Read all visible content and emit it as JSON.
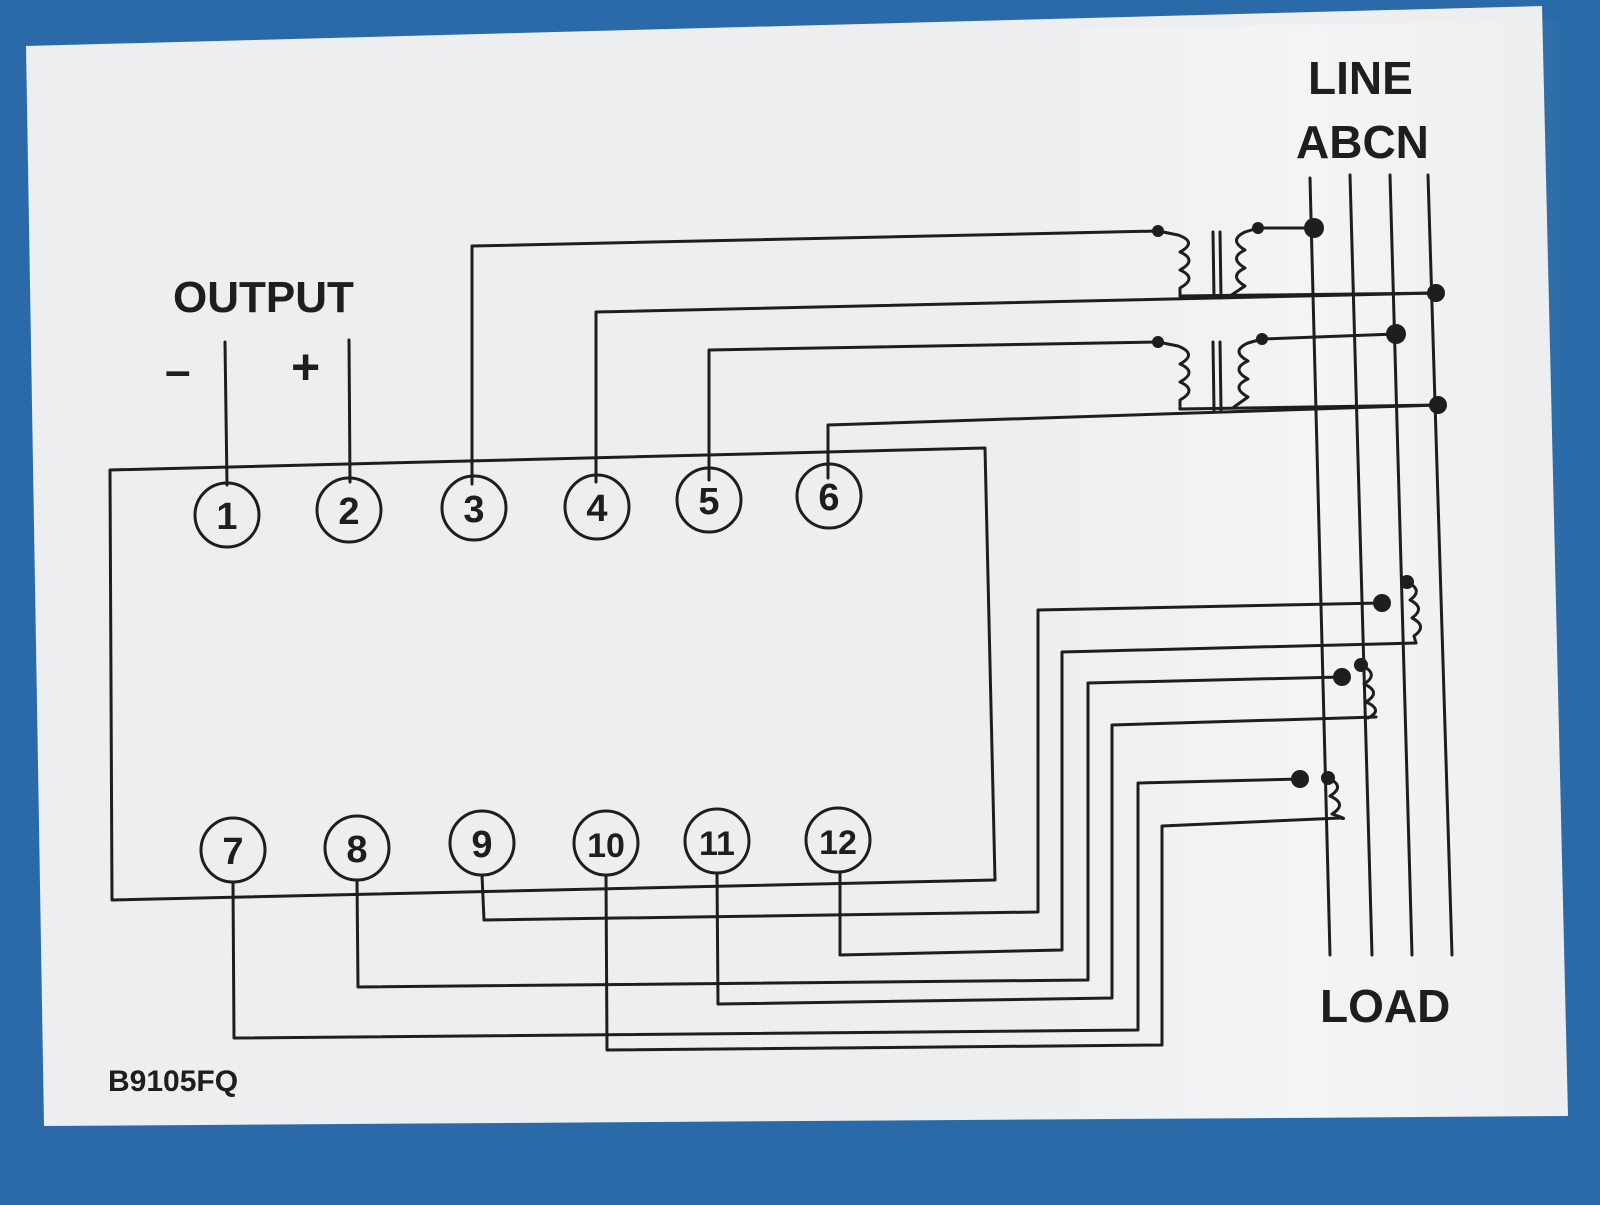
{
  "colors": {
    "background": "#2a6aa8",
    "label": "#eceef0",
    "ink": "#1e1e1e"
  },
  "labels": {
    "output": "OUTPUT",
    "minus": "–",
    "plus": "+",
    "line": "LINE",
    "phases": "ABCN",
    "load": "LOAD",
    "part_number": "B9105FQ"
  },
  "terminals": [
    "1",
    "2",
    "3",
    "4",
    "5",
    "6",
    "7",
    "8",
    "9",
    "10",
    "11",
    "12"
  ]
}
